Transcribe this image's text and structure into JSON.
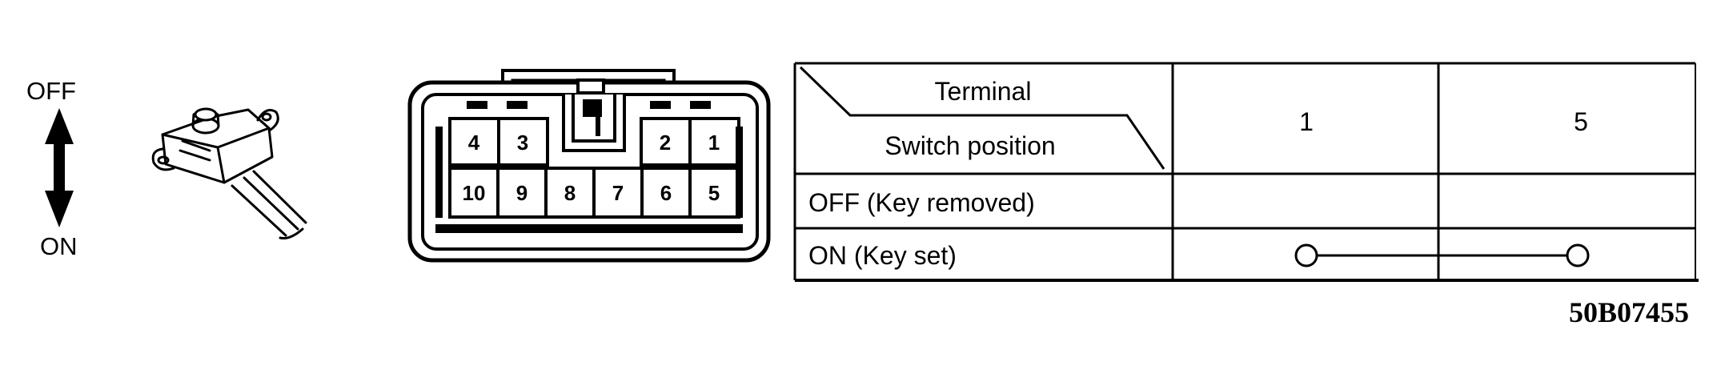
{
  "switch_labels": {
    "off": "OFF",
    "on": "ON"
  },
  "connector": {
    "top_row": [
      "4",
      "3",
      "2",
      "1"
    ],
    "bottom_row": [
      "10",
      "9",
      "8",
      "7",
      "6",
      "5"
    ]
  },
  "table": {
    "header_terminal": "Terminal",
    "header_switch_position": "Switch position",
    "terminals": [
      "1",
      "5"
    ],
    "rows": [
      {
        "position": "OFF (Key removed)",
        "continuity": false
      },
      {
        "position": "ON (Key set)",
        "continuity": true
      }
    ]
  },
  "figure_code": "50B07455"
}
